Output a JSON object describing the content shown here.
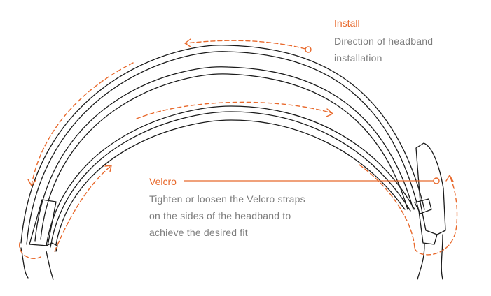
{
  "colors": {
    "accent": "#e8692c",
    "outline": "#1a1a1a",
    "text_gray": "#7d7d7d"
  },
  "install": {
    "title": "Install",
    "description_lines": [
      "Direction of headband",
      "installation"
    ]
  },
  "velcro": {
    "title": "Velcro",
    "description_lines": [
      "Tighten or loosen the Velcro straps",
      "on the sides of the headband to",
      "achieve the desired fit"
    ]
  }
}
